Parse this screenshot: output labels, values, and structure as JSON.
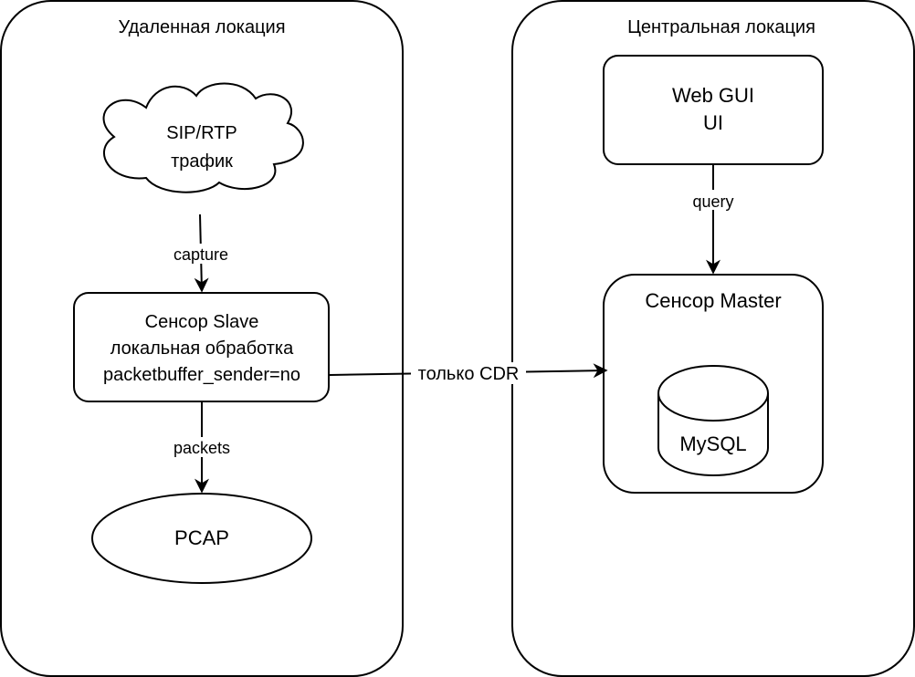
{
  "diagram": {
    "containers": {
      "remote": {
        "title": "Удаленная локация"
      },
      "central": {
        "title": "Центральная локация"
      }
    },
    "nodes": {
      "traffic": {
        "line1": "SIP/RTP",
        "line2": "трафик",
        "shape": "cloud"
      },
      "slave": {
        "line1": "Сенсор Slave",
        "line2": "локальная обработка",
        "line3": "packetbuffer_sender=no"
      },
      "pcap": {
        "label": "PCAP",
        "shape": "ellipse"
      },
      "webgui": {
        "line1": "Web GUI",
        "line2": "UI"
      },
      "master": {
        "label": "Сенсор Master"
      },
      "mysql": {
        "label": "MySQL",
        "shape": "cylinder"
      }
    },
    "edges": {
      "capture": {
        "from": "traffic",
        "to": "slave",
        "label": "capture"
      },
      "packets": {
        "from": "slave",
        "to": "pcap",
        "label": "packets"
      },
      "cdr": {
        "from": "slave",
        "to": "master",
        "label": "только CDR"
      },
      "query": {
        "from": "webgui",
        "to": "master",
        "label": "query"
      }
    },
    "colors": {
      "stroke": "#000000",
      "fill": "#ffffff"
    }
  }
}
